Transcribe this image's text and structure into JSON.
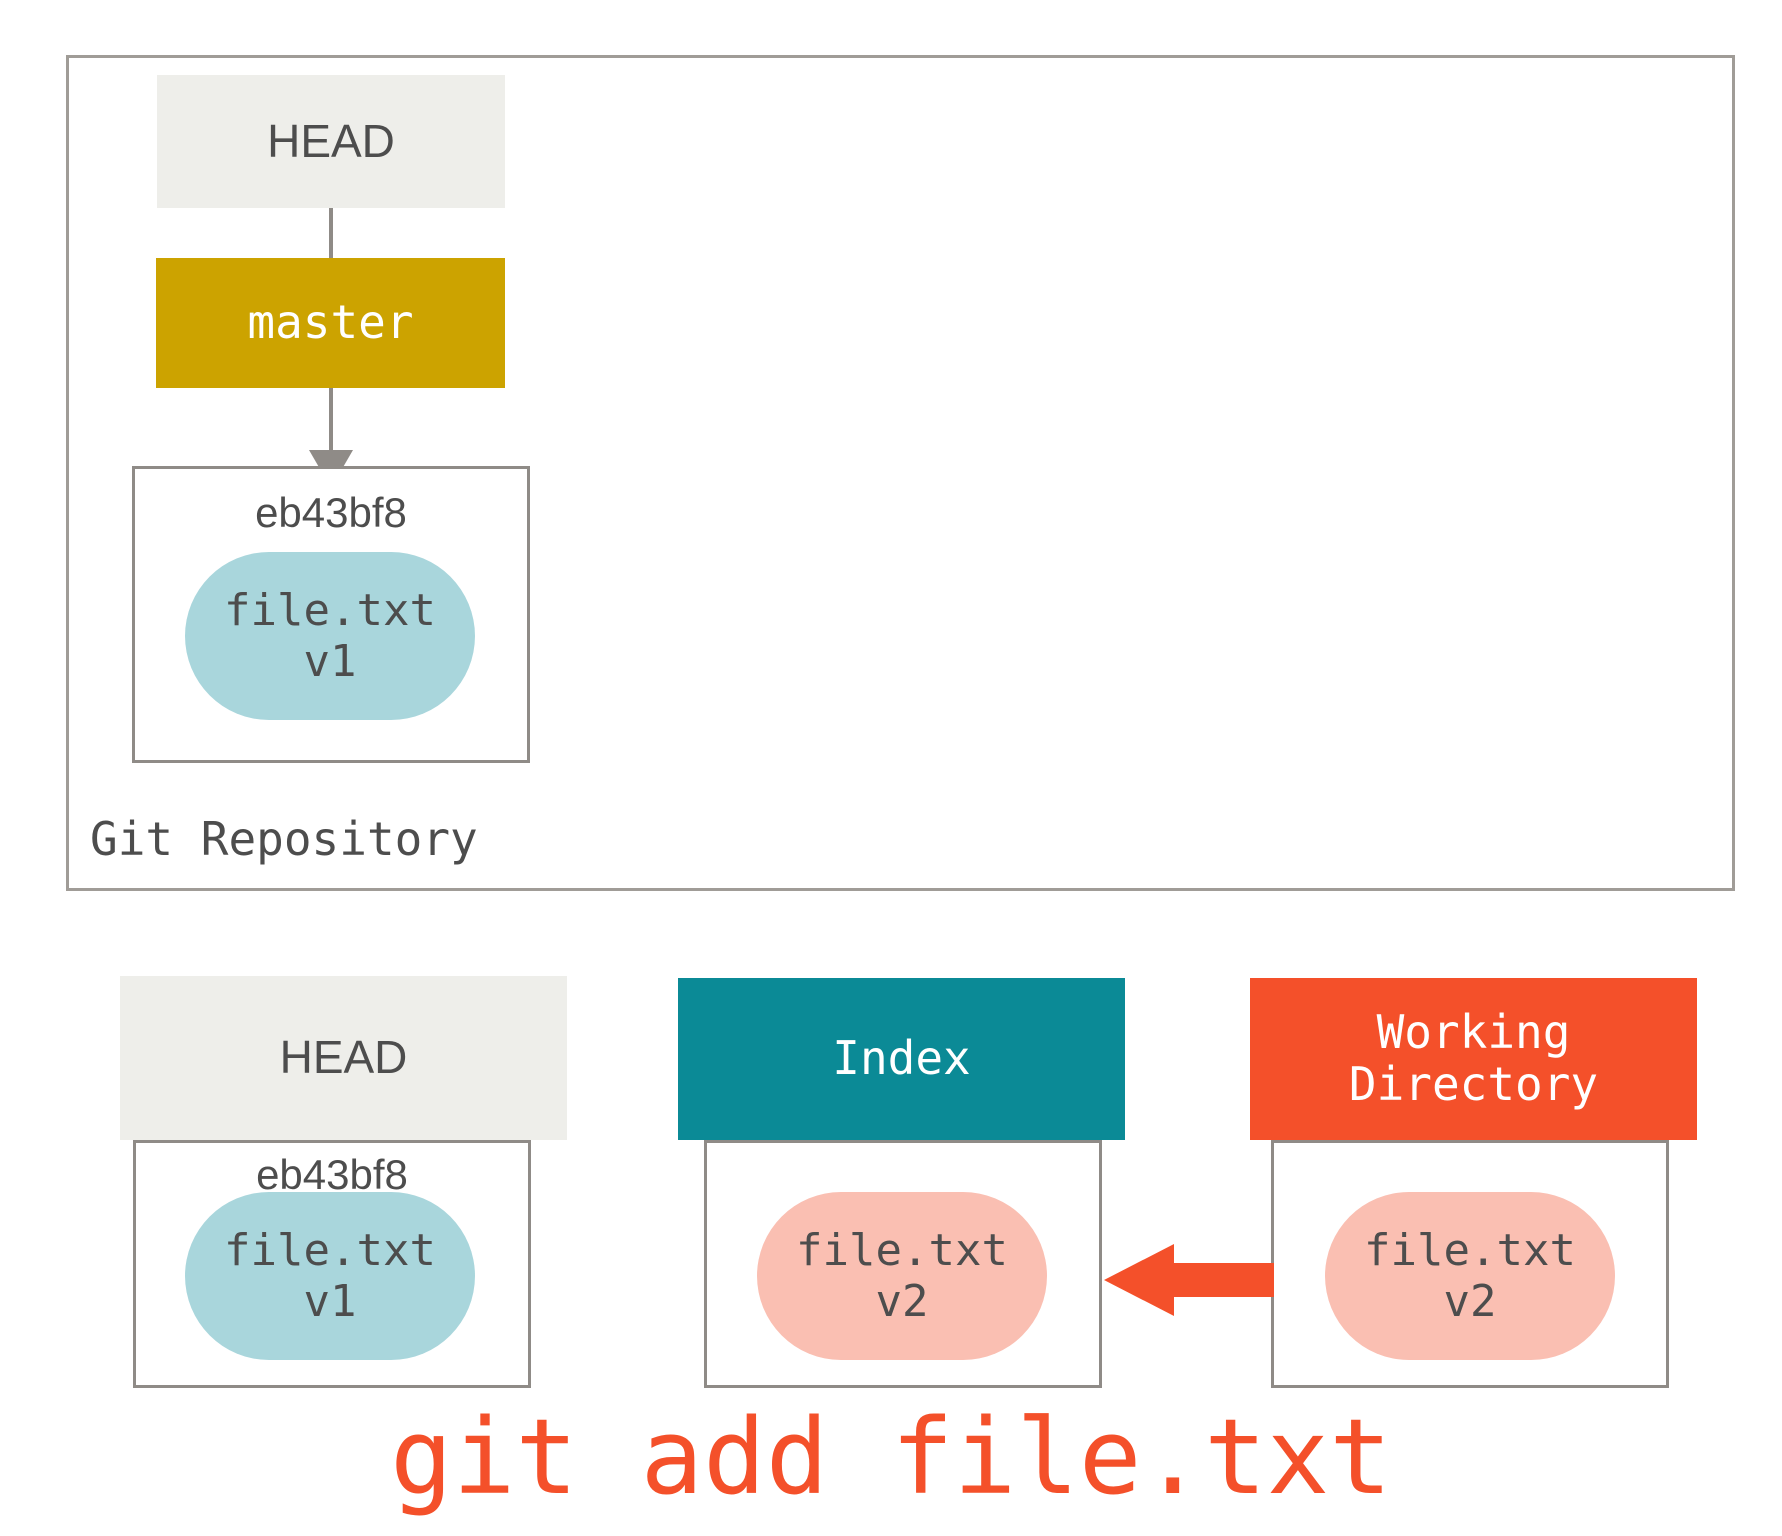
{
  "diagram": {
    "title_label": "Git Repository",
    "command": "git add file.txt",
    "colors": {
      "head_bg": "#eeeeea",
      "branch_bg": "#cca300",
      "index_bg": "#0b8a96",
      "working_dir_bg": "#f4502a",
      "blob_v1": "#a9d6dc",
      "blob_v2": "#fabfb2",
      "border": "#8f8b87",
      "arrow": "#f4502a",
      "text": "#4d4d4d"
    }
  },
  "repository": {
    "head": {
      "label": "HEAD"
    },
    "branch": {
      "label": "master"
    },
    "commit": {
      "hash": "eb43bf8",
      "file": {
        "name": "file.txt",
        "version": "v1"
      }
    }
  },
  "areas": [
    {
      "key": "head",
      "header": "HEAD",
      "header_line2": "",
      "hash": "eb43bf8",
      "file_name": "file.txt",
      "file_version": "v1"
    },
    {
      "key": "index",
      "header": "Index",
      "header_line2": "",
      "hash": "",
      "file_name": "file.txt",
      "file_version": "v2"
    },
    {
      "key": "working-directory",
      "header": "Working",
      "header_line2": "Directory",
      "hash": "",
      "file_name": "file.txt",
      "file_version": "v2"
    }
  ]
}
